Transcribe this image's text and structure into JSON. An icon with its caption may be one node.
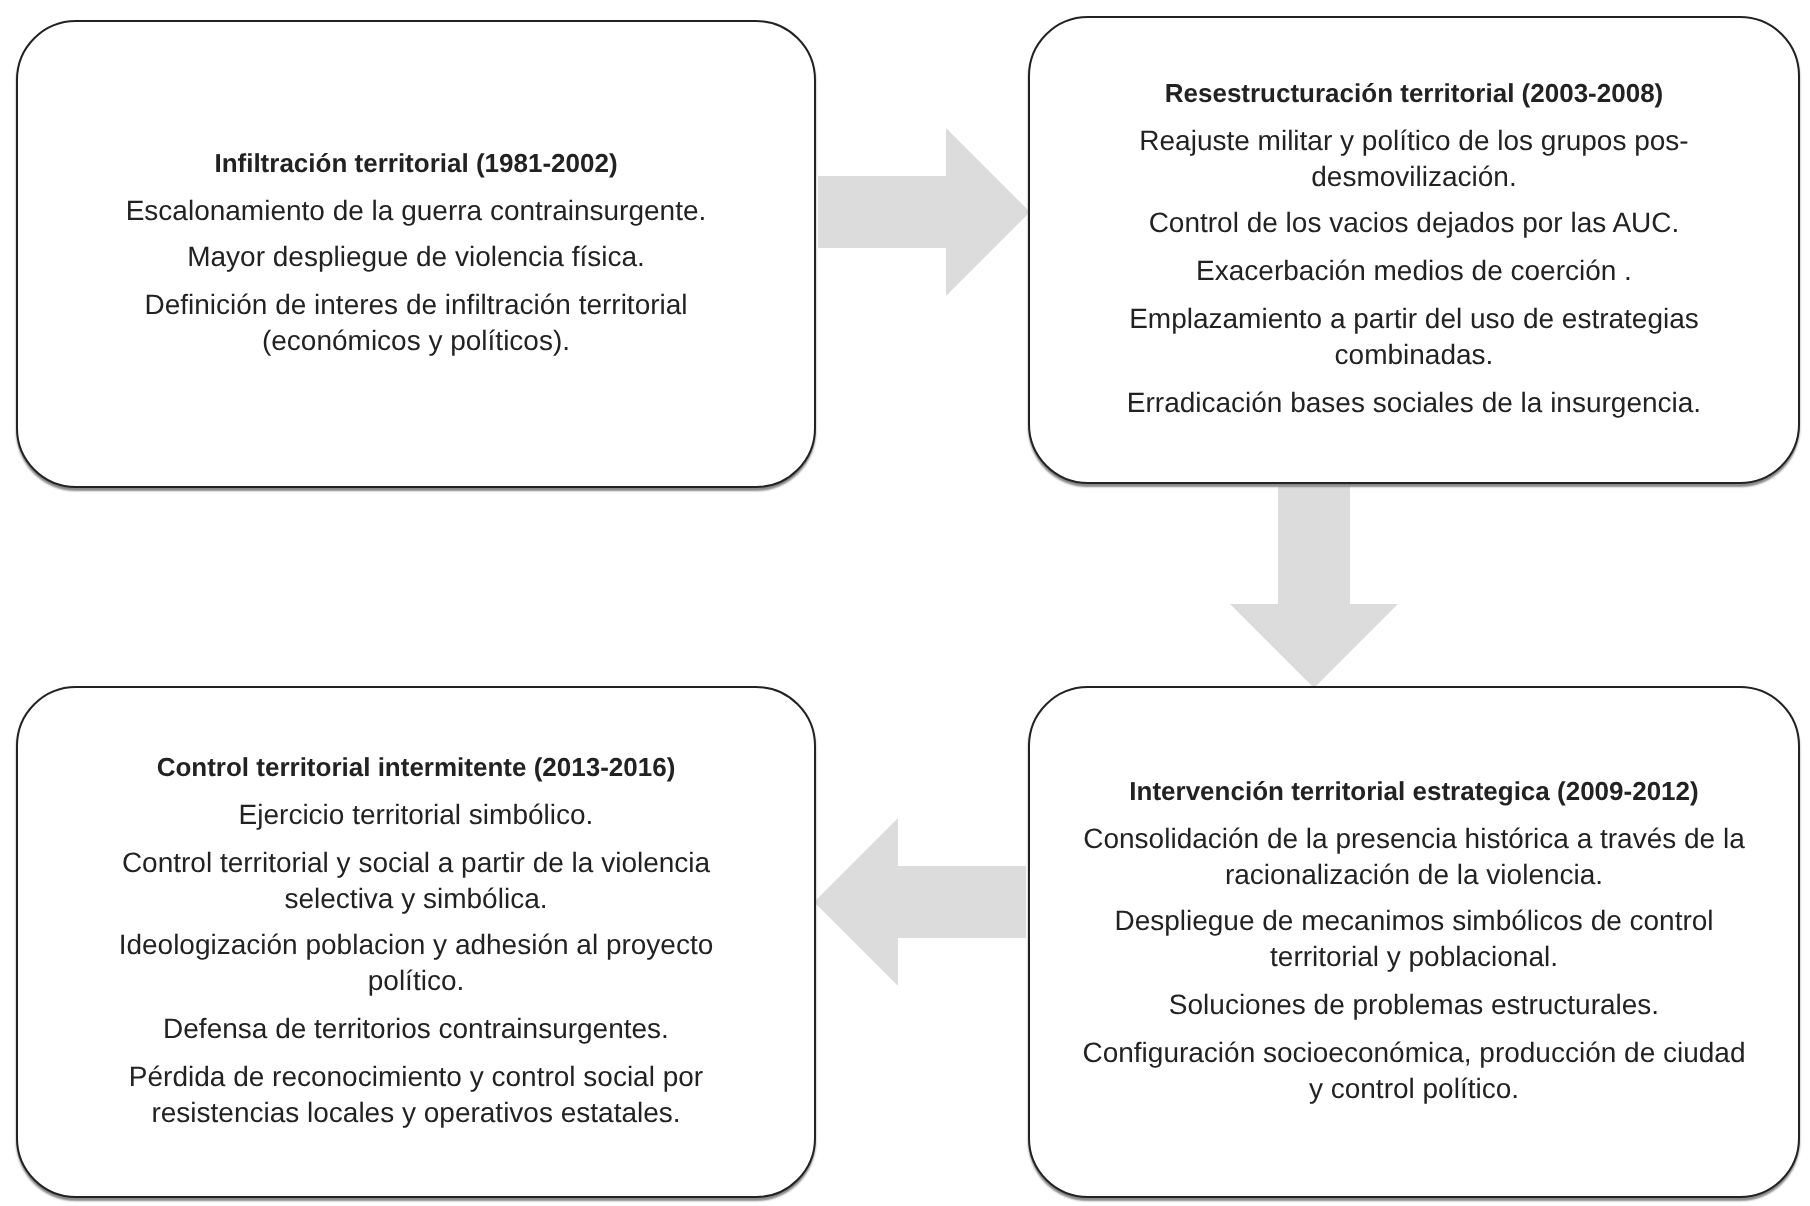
{
  "diagram": {
    "nodes": [
      {
        "text": [
          "Infiltración territorial (1981-2002)",
          "Escalonamiento de la guerra contrainsurgente.",
          "Mayor despliegue de violencia física.",
          "Definición de interes de infiltración territorial (económicos y políticos)."
        ]
      },
      {
        "text": [
          "Resestructuración territorial (2003-2008)",
          "Reajuste militar y político de los grupos pos-desmovilización.",
          "Control de los vacios dejados por las AUC.",
          "Exacerbación medios de coerción .",
          "Emplazamiento a partir del uso de estrategias combinadas.",
          "Erradicación bases sociales de la insurgencia."
        ]
      },
      {
        "text": [
          "Control territorial intermitente (2013-2016)",
          "Ejercicio territorial simbólico.",
          "Control territorial y social a partir de la violencia selectiva y simbólica.",
          "Ideologización poblacion y adhesión al proyecto político.",
          "Defensa de territorios contrainsurgentes.",
          "Pérdida de reconocimiento y control social por resistencias locales y operativos estatales."
        ]
      },
      {
        "text": [
          "Intervención territorial estrategica (2009-2012)",
          "Consolidación de la presencia histórica a través de la racionalización de la violencia.",
          "Despliegue de mecanimos simbólicos de control territorial y poblacional.",
          "Soluciones de problemas estructurales.",
          "Configuración socioeconómica, producción de ciudad y control político."
        ]
      }
    ],
    "edges": [
      {
        "from": 0,
        "to": 1,
        "arrow": "to"
      },
      {
        "from": 1,
        "to": 3,
        "arrow": "to"
      },
      {
        "from": 3,
        "to": 2,
        "arrow": "to"
      }
    ]
  }
}
